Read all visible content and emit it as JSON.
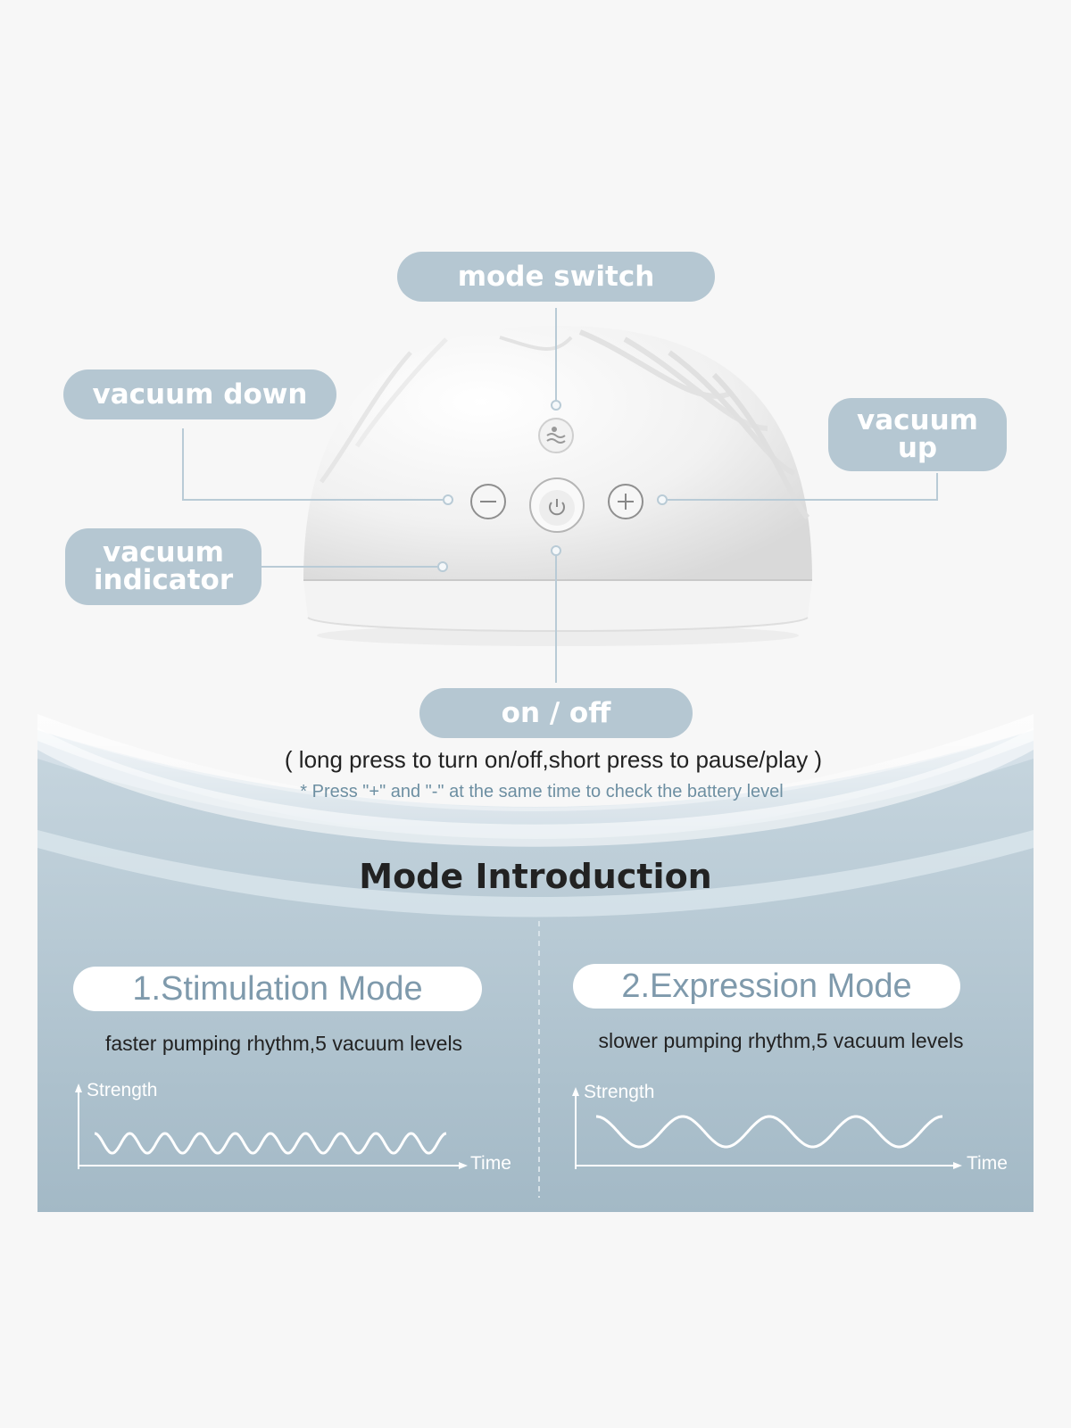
{
  "callouts": {
    "mode_switch": "mode switch",
    "vacuum_down": "vacuum down",
    "vacuum_up_line1": "vacuum",
    "vacuum_up_line2": "up",
    "vacuum_indicator_line1": "vacuum",
    "vacuum_indicator_line2": "indicator",
    "on_off": "on / off"
  },
  "power_hint": "( long press to turn on/off,short press to pause/play )",
  "battery_hint": "* Press \"+\" and \"-\" at the same time to check the battery level",
  "mode_section": {
    "title": "Mode Introduction",
    "modes": [
      {
        "name": "1.Stimulation Mode",
        "description": "faster pumping rhythm,5 vacuum levels",
        "y_axis_label": "Strength",
        "x_axis_label": "Time",
        "wave_cycles": 10
      },
      {
        "name": "2.Expression Mode",
        "description": "slower pumping rhythm,5 vacuum levels",
        "y_axis_label": "Strength",
        "x_axis_label": "Time",
        "wave_cycles": 4
      }
    ]
  },
  "colors": {
    "callout_fill": "#b5c7d2",
    "panel_fill": "#a9bfcc",
    "leader_line": "#b9cbd6",
    "mode_name_text": "#7f9aac"
  }
}
